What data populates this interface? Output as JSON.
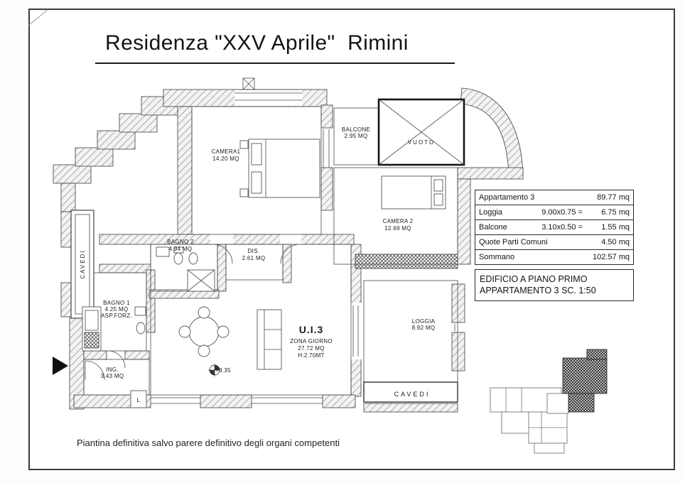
{
  "page": {
    "title": "Residenza \"XXV Aprile\"  Rimini",
    "footer_note": "Piantina definitiva salvo parere definitivo degli organi competenti"
  },
  "plan": {
    "rooms": {
      "camera1": {
        "name": "CAMERA1",
        "area": "14.20 MQ"
      },
      "balcone": {
        "name": "BALCONE",
        "area": "2.95 MQ"
      },
      "vuoto": {
        "name": "VUOTO"
      },
      "camera2": {
        "name": "CAMERA 2",
        "area": "12.69 MQ"
      },
      "bagno2": {
        "name": "BAGNO 2",
        "area": "4.94 MQ"
      },
      "dis": {
        "name": "DIS.",
        "area": "2.61 MQ"
      },
      "bagno1": {
        "name": "BAGNO 1",
        "area": "4.25 MQ",
        "note": "ASP.FORZ."
      },
      "zona_giorno": {
        "unit": "U.I.3",
        "name": "ZONA GIORNO",
        "area": "27.72 MQ",
        "height": "H:2.70MT"
      },
      "loggia": {
        "name": "LOGGIA",
        "area": "8.92 MQ"
      },
      "ing": {
        "name": "ING.",
        "area": "3.43 MQ"
      }
    },
    "labels": {
      "cavedi_left": "CAVEDI",
      "cavedi_bottom": "CAVEDI",
      "level_mark": "+3.35",
      "lift": "L"
    }
  },
  "summary_table": {
    "rows": [
      {
        "label": "Appartamento 3",
        "calc": "",
        "value": "89.77 mq"
      },
      {
        "label": "Loggia",
        "calc": "9.00x0.75 =",
        "value": "6.75 mq"
      },
      {
        "label": "Balcone",
        "calc": "3.10x0.50 =",
        "value": "1.55 mq"
      },
      {
        "label": "Quote Parti Comuni",
        "calc": "",
        "value": "4.50 mq"
      },
      {
        "label": "Sommano",
        "calc": "",
        "value": "102.57 mq"
      }
    ],
    "caption_line1": "EDIFICIO A PIANO PRIMO",
    "caption_line2": "APPARTAMENTO 3 SC. 1:50"
  },
  "colors": {
    "ink": "#1c1c1c",
    "hatch": "#8a8a8a",
    "paper": "#fdfdfc"
  }
}
